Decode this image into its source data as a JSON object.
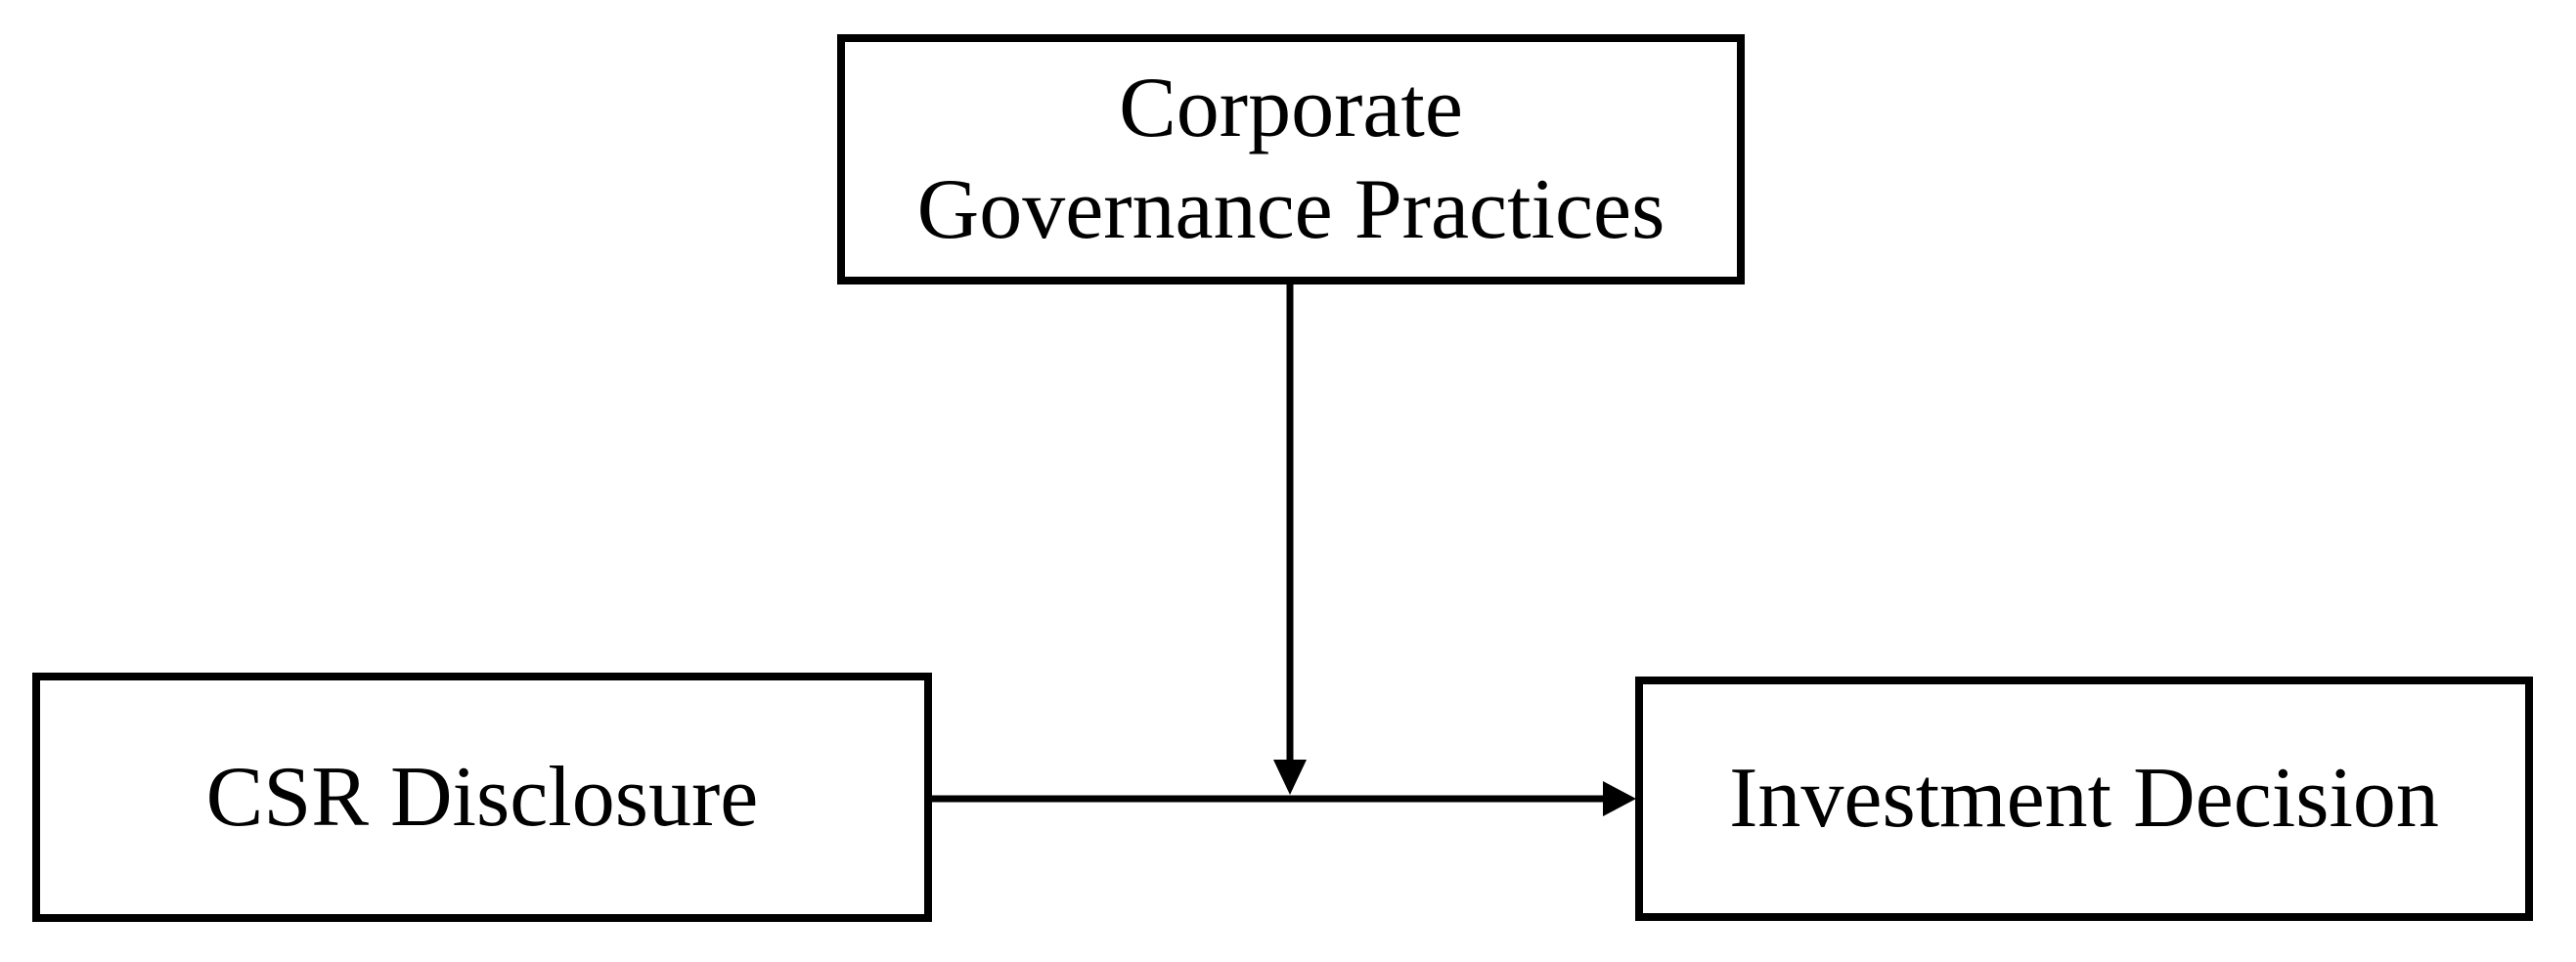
{
  "figure": {
    "type": "diagram",
    "description": "Conceptual moderation framework with three boxes and two arrows",
    "colors": {
      "background": "#ffffff",
      "line": "#000000",
      "text": "#000000",
      "box_fill": "#ffffff",
      "box_border": "#000000"
    },
    "nodes": {
      "moderator": {
        "label": "Corporate Governance Practices",
        "lines": [
          "Corporate",
          "Governance Practices"
        ]
      },
      "independent": {
        "label": "CSR Disclosure"
      },
      "dependent": {
        "label": "Investment Decision"
      }
    },
    "edges": [
      {
        "from": "CSR Disclosure",
        "to": "Investment Decision",
        "style": "solid-arrow",
        "role": "direct-effect"
      },
      {
        "from": "Corporate Governance Practices",
        "to": "arrow between CSR Disclosure and Investment Decision",
        "style": "solid-arrow",
        "role": "moderation-effect"
      }
    ]
  }
}
